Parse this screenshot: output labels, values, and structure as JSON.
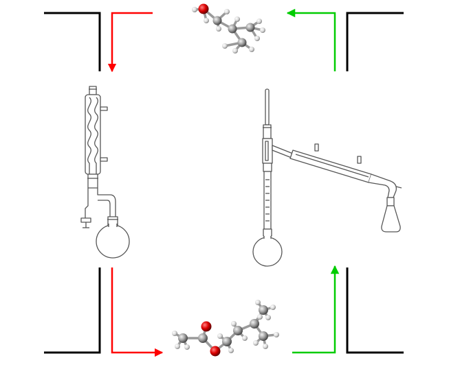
{
  "colors": {
    "frame": "#000000",
    "reverse_arrow": "#ff0000",
    "forward_arrow": "#00cc00",
    "glass": "#555555",
    "carbon": "#9a9a9a",
    "hydrogen": "#e6e6e6",
    "oxygen": "#cc0000"
  },
  "components": {
    "top_molecule": "isoamyl-alcohol-molecule",
    "bottom_molecule": "isoamyl-acetate-molecule",
    "left_apparatus": "reflux-condenser-with-dean-stark-trap",
    "right_apparatus": "fractional-distillation-apparatus"
  }
}
